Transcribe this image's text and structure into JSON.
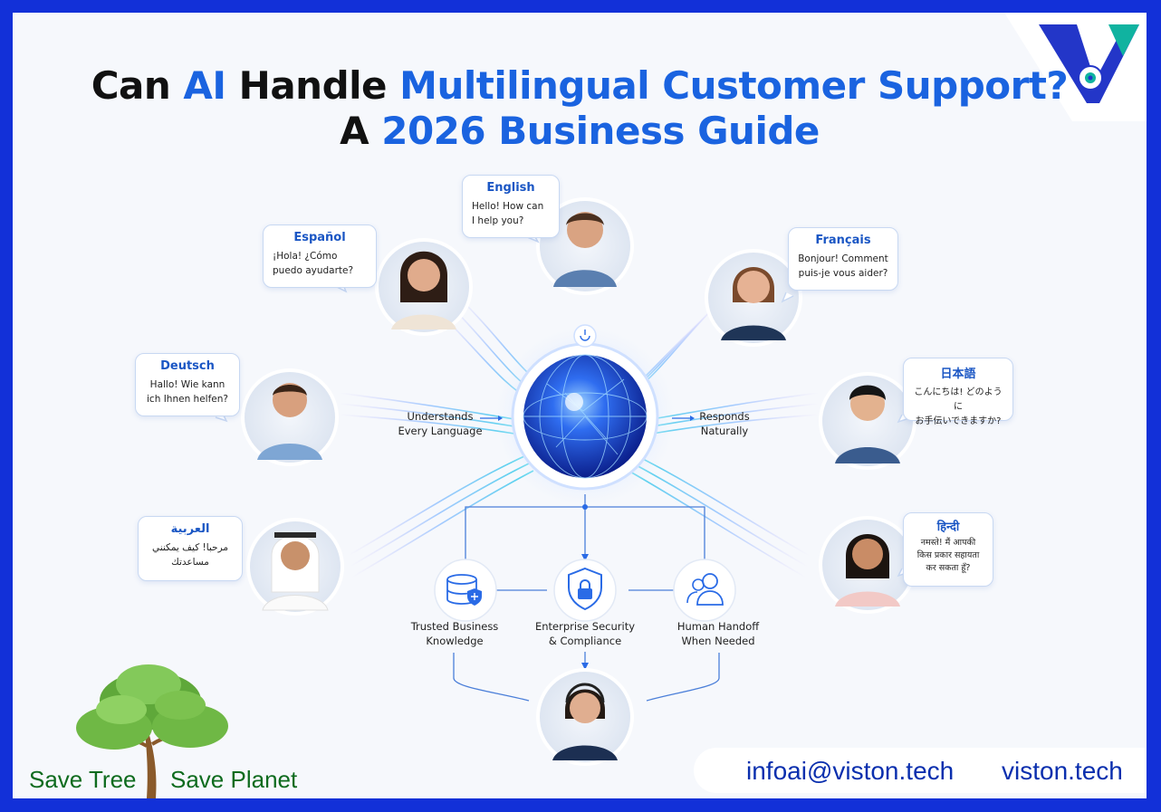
{
  "title": {
    "line1_a": "Can ",
    "line1_b": "AI",
    "line1_c": " Handle ",
    "line1_d": "Multilingual Customer Support?",
    "line2_a": "A ",
    "line2_b": "2026 Business Guide"
  },
  "bubbles": [
    {
      "lang": "English",
      "text": "Hello! How can\nI help you?"
    },
    {
      "lang": "Español",
      "text": "¡Hola! ¿Cómo\npuedo ayudarte?"
    },
    {
      "lang": "Français",
      "text": "Bonjour! Comment\npuis-je vous aider?"
    },
    {
      "lang": "Deutsch",
      "text": "Hallo! Wie kann\nich Ihnen helfen?"
    },
    {
      "lang": "日本語",
      "text": "こんにちは! どのように\nお手伝いできますか?"
    },
    {
      "lang": "العربية",
      "text": "مرحبا! كيف يمكنني\nمساعدتك"
    },
    {
      "lang": "हिन्दी",
      "text": "नमस्ते! मैं आपकी\nकिस प्रकार सहायता\nकर सकता हूँ?"
    }
  ],
  "labels": {
    "understands": "Understands\nEvery Language",
    "responds": "Responds\nNaturally",
    "knowledge": "Trusted Business\nKnowledge",
    "security": "Enterprise Security\n& Compliance",
    "handoff": "Human Handoff\nWhen Needed"
  },
  "footer": {
    "email": "infoai@viston.tech",
    "website": "viston.tech",
    "save_left": "Save Tree",
    "save_right": "Save Planet"
  },
  "colors": {
    "border": "#1230d8",
    "accent_blue": "#1a63e0",
    "footer_text": "#0a2fae",
    "green": "#0e6b1e",
    "teal_icon": "#10b3a0"
  }
}
